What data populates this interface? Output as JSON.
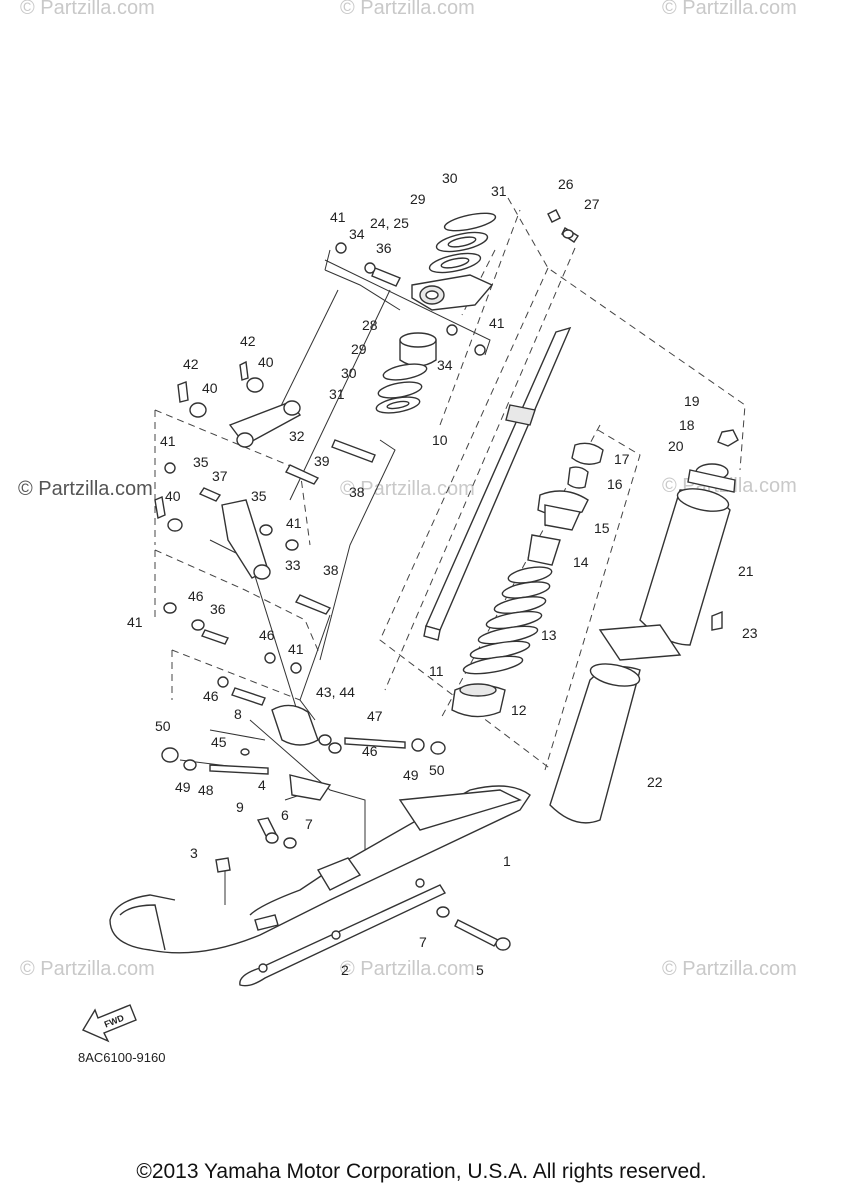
{
  "watermarks": {
    "top_left": "© Partzilla.com",
    "top_center": "© Partzilla.com",
    "top_right": "© Partzilla.com",
    "mid_left": "© Partzilla.com",
    "mid_center": "© Partzilla.com",
    "mid_right": "© Partzilla.com",
    "bottom_left": "© Partzilla.com",
    "bottom_center": "© Partzilla.com",
    "bottom_right": "© Partzilla.com"
  },
  "diagram_code": "8AC6100-9160",
  "fwd_label": "FWD",
  "copyright": "©2013 Yamaha Motor Corporation, U.S.A. All rights reserved.",
  "callouts": {
    "c1": "1",
    "c2": "2",
    "c3": "3",
    "c4": "4",
    "c5": "5",
    "c6": "6",
    "c7a": "7",
    "c7b": "7",
    "c8": "8",
    "c9": "9",
    "c10": "10",
    "c11": "11",
    "c12": "12",
    "c13": "13",
    "c14": "14",
    "c15": "15",
    "c16": "16",
    "c17": "17",
    "c18": "18",
    "c19": "19",
    "c20": "20",
    "c21": "21",
    "c22": "22",
    "c23": "23",
    "c2425": "24, 25",
    "c26": "26",
    "c27": "27",
    "c28": "28",
    "c29a": "29",
    "c29b": "29",
    "c30a": "30",
    "c30b": "30",
    "c31a": "31",
    "c31b": "31",
    "c32": "32",
    "c33": "33",
    "c34a": "34",
    "c34b": "34",
    "c35a": "35",
    "c35b": "35",
    "c36a": "36",
    "c36b": "36",
    "c37": "37",
    "c38a": "38",
    "c38b": "38",
    "c39": "39",
    "c40a": "40",
    "c40b": "40",
    "c40c": "40",
    "c41a": "41",
    "c41b": "41",
    "c41c": "41",
    "c41d": "41",
    "c41e": "41",
    "c41f": "41",
    "c42a": "42",
    "c42b": "42",
    "c4344": "43, 44",
    "c45": "45",
    "c46a": "46",
    "c46b": "46",
    "c46c": "46",
    "c46d": "46",
    "c47": "47",
    "c48": "48",
    "c49a": "49",
    "c49b": "49",
    "c50a": "50",
    "c50b": "50"
  }
}
